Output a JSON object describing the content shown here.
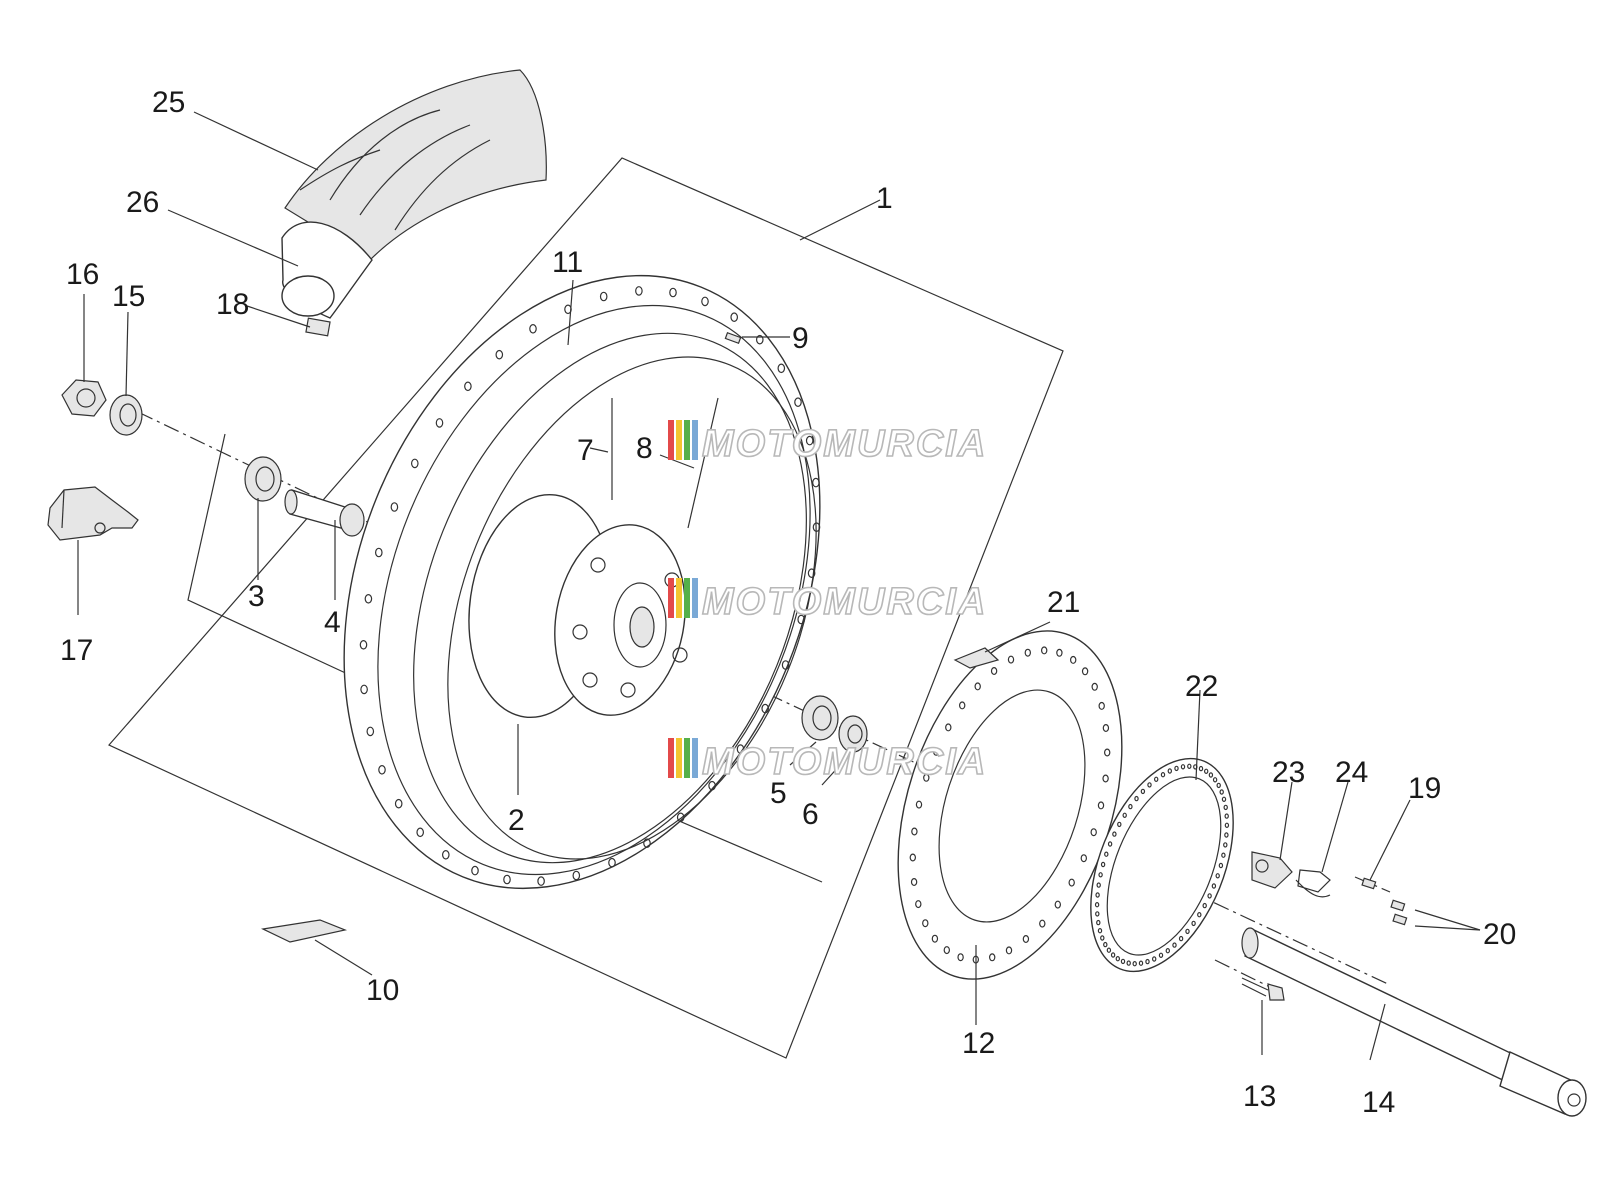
{
  "callouts": [
    "1",
    "2",
    "3",
    "4",
    "5",
    "6",
    "7",
    "8",
    "9",
    "10",
    "11",
    "12",
    "13",
    "14",
    "15",
    "16",
    "17",
    "18",
    "19",
    "20",
    "21",
    "22",
    "23",
    "24",
    "25",
    "26"
  ],
  "watermark": "MOTOMURCIA",
  "colors": {
    "line": "#333333",
    "tire_fill": "#d9d9d9",
    "watermark_stripes": [
      "#e34a4a",
      "#f3c530",
      "#55b04a",
      "#7aa9d6"
    ]
  }
}
